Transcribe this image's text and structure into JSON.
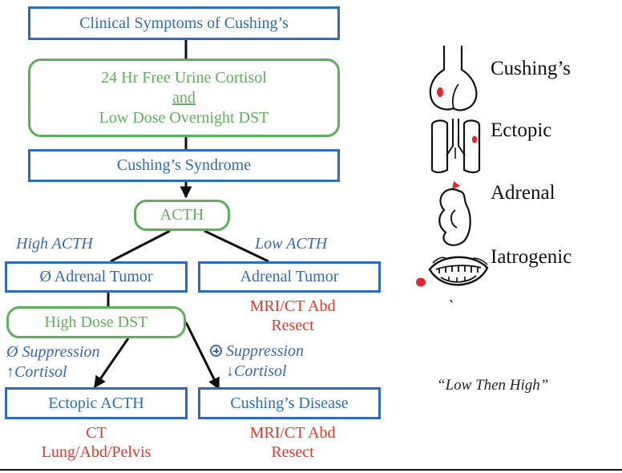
{
  "flowchart": {
    "clinical_symptoms": "Clinical Symptoms of Cushing’s",
    "screening": {
      "line1": "24 Hr Free Urine Cortisol",
      "line2": "and",
      "line3": "Low Dose Overnight DST"
    },
    "cushings_syndrome": "Cushing’s Syndrome",
    "acth": "ACTH",
    "high_acth_label": "High ACTH",
    "low_acth_label": "Low ACTH",
    "no_adrenal_tumor": "Ø Adrenal Tumor",
    "adrenal_tumor": "Adrenal Tumor",
    "adrenal_tumor_workup": {
      "line1": "MRI/CT Abd",
      "line2": "Resect"
    },
    "high_dose_dst": "High Dose DST",
    "no_suppression_label": {
      "line1": "Ø Suppression",
      "line2": "↑Cortisol"
    },
    "suppression_label": {
      "line1": "Suppression",
      "line2": "↓Cortisol"
    },
    "ectopic_acth": "Ectopic ACTH",
    "ectopic_workup": {
      "line1": "CT",
      "line2": "Lung/Abd/Pelvis"
    },
    "cushings_disease": "Cushing’s Disease",
    "cushings_disease_workup": {
      "line1": "MRI/CT Abd",
      "line2": "Resect"
    }
  },
  "legend": {
    "items": [
      {
        "label": "Cushing’s",
        "icon": "pituitary-icon"
      },
      {
        "label": "Ectopic",
        "icon": "lungs-icon"
      },
      {
        "label": "Adrenal",
        "icon": "adrenal-kidney-icon"
      },
      {
        "label": "Iatrogenic",
        "icon": "mouth-pill-icon"
      }
    ]
  },
  "mnemonic": "“Low Then High”",
  "colors": {
    "box_blue": "#2e6db5",
    "box_green": "#5cb05a",
    "label_blue": "#3a68b0",
    "workup_red": "#e03a2f",
    "lesion_red": "#e0282a"
  }
}
